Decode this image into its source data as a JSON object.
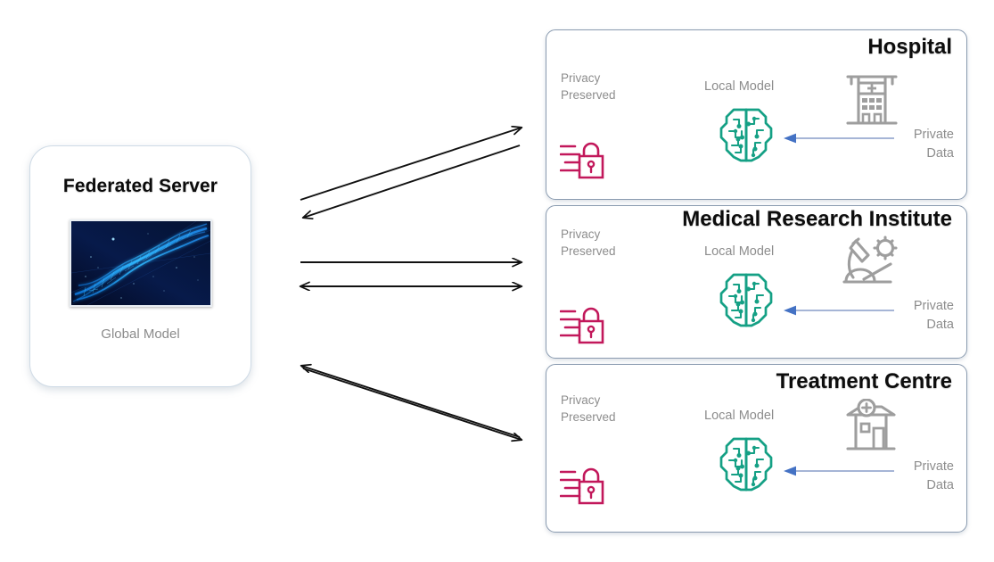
{
  "server": {
    "title": "Federated Server",
    "subtitle": "Global Model",
    "image_name": "neural-network-visualization"
  },
  "institutions": [
    {
      "id": "hospital",
      "title": "Hospital",
      "privacy_label": "Privacy\nPreserved",
      "privacy_line1": "Privacy",
      "privacy_line2": "Preserved",
      "local_model_label": "Local Model",
      "private_data_line1": "Private",
      "private_data_line2": "Data",
      "org_icon": "hospital-building-icon",
      "model_icon": "brain-circuit-icon",
      "privacy_icon": "privacy-lock-icon",
      "data_arrow_icon": "private-data-arrow-icon"
    },
    {
      "id": "research",
      "title": "Medical Research Institute",
      "privacy_line1": "Privacy",
      "privacy_line2": "Preserved",
      "local_model_label": "Local Model",
      "private_data_line1": "Private",
      "private_data_line2": "Data",
      "org_icon": "microscope-virus-icon",
      "model_icon": "brain-circuit-icon",
      "privacy_icon": "privacy-lock-icon",
      "data_arrow_icon": "private-data-arrow-icon"
    },
    {
      "id": "treatment",
      "title": "Treatment Centre",
      "privacy_line1": "Privacy",
      "privacy_line2": "Preserved",
      "local_model_label": "Local Model",
      "private_data_line1": "Private",
      "private_data_line2": "Data",
      "org_icon": "clinic-building-icon",
      "model_icon": "brain-circuit-icon",
      "privacy_icon": "privacy-lock-icon",
      "data_arrow_icon": "private-data-arrow-icon"
    }
  ],
  "connectors": [
    {
      "id": "server-hospital",
      "direction": "bidirectional",
      "style": "diagonal-up"
    },
    {
      "id": "server-research",
      "direction": "bidirectional",
      "style": "horizontal"
    },
    {
      "id": "server-treatment",
      "direction": "bidirectional",
      "style": "diagonal-down"
    }
  ],
  "colors": {
    "brain_teal": "#15a085",
    "lock_magenta": "#c2185b",
    "org_gray": "#9e9e9e",
    "data_arrow_blue": "#4472c4",
    "card_border": "#8a9bb0",
    "server_border": "#cfdbe6",
    "label_gray": "#8d8d8d",
    "title_black": "#0d0d0d",
    "image_navy": "#061235",
    "image_blue": "#2aa7ff"
  }
}
